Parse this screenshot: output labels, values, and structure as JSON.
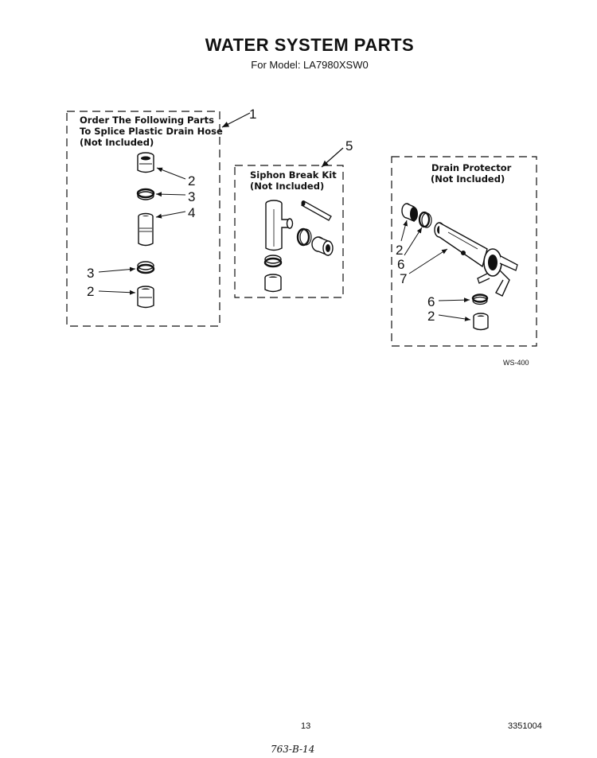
{
  "header": {
    "title": "WATER SYSTEM PARTS",
    "model_line": "For Model: LA7980XSW0"
  },
  "groups": {
    "splice_hose": {
      "lines": [
        "Order The Following Parts",
        "To Splice Plastic Drain Hose",
        "(Not Included)"
      ],
      "callout": "1",
      "part_numbers": [
        "2",
        "3",
        "4",
        "3",
        "2"
      ]
    },
    "siphon_break": {
      "lines": [
        "Siphon Break Kit",
        "(Not Included)"
      ],
      "callout": "5"
    },
    "drain_protector": {
      "lines": [
        "Drain Protector",
        "(Not Included)"
      ],
      "part_numbers": [
        "2",
        "6",
        "7",
        "6",
        "2"
      ]
    }
  },
  "figure_code": "WS-400",
  "footer": {
    "page_number": "13",
    "doc_number": "3351004",
    "handwritten": "763-B-14"
  }
}
